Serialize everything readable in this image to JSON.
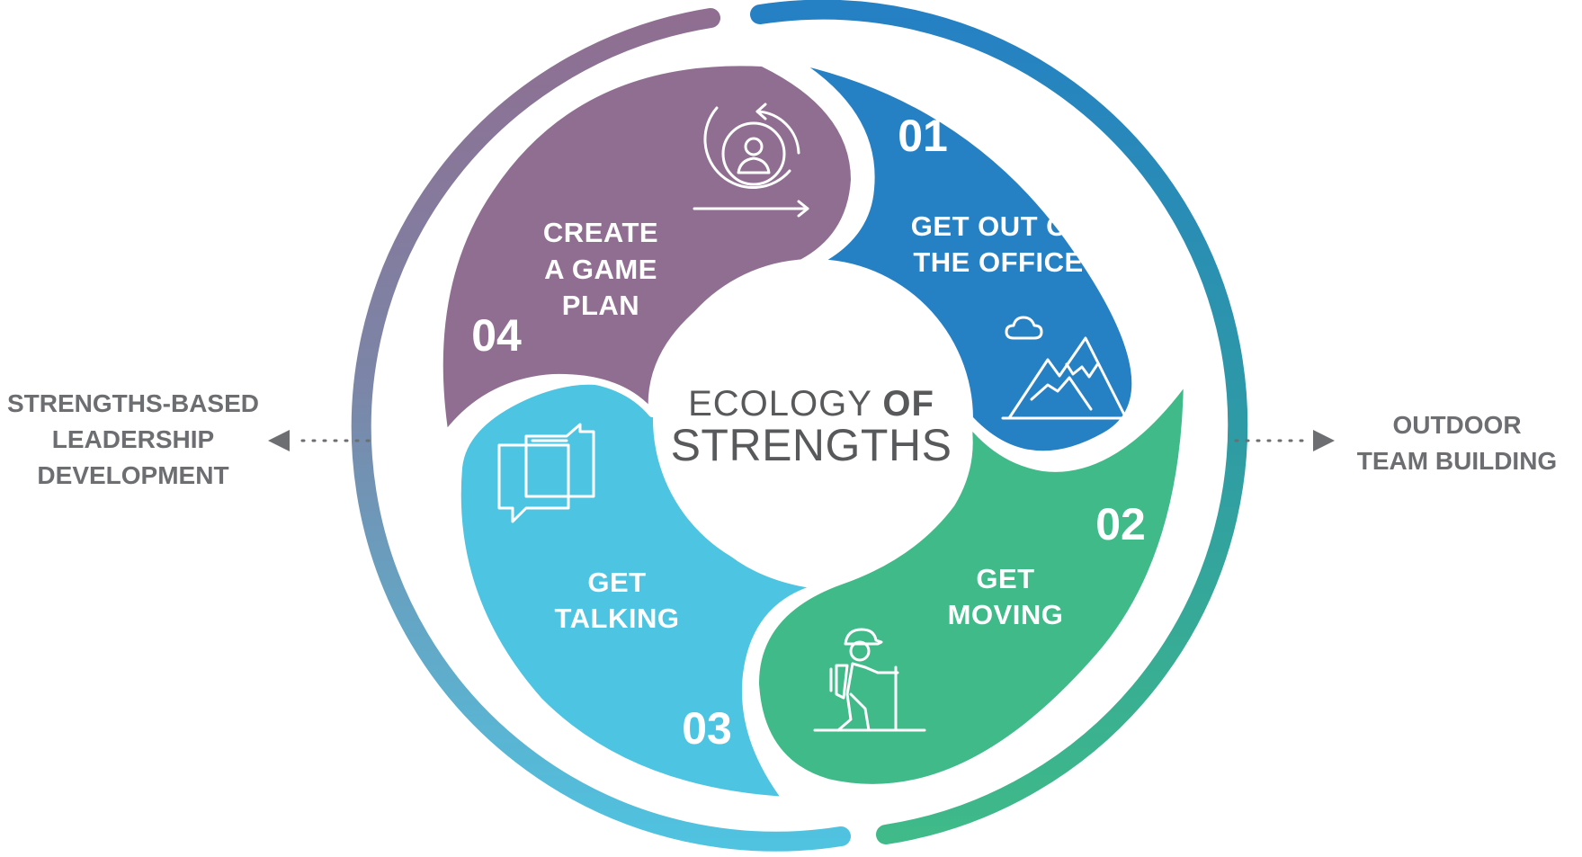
{
  "center": {
    "line1_prefix": "ECOLOGY",
    "line1_strong": "OF",
    "line2": "STRENGTHS"
  },
  "segments": [
    {
      "number": "01",
      "label_lines": [
        "GET OUT OF",
        "THE OFFICE"
      ],
      "color": "#2580c4",
      "icon": "mountain-icon"
    },
    {
      "number": "02",
      "label_lines": [
        "GET",
        "MOVING"
      ],
      "color": "#3fba88",
      "icon": "hiker-icon"
    },
    {
      "number": "03",
      "label_lines": [
        "GET",
        "TALKING"
      ],
      "color": "#4dc4e1",
      "icon": "chat-icon"
    },
    {
      "number": "04",
      "label_lines": [
        "CREATE",
        "A GAME",
        "PLAN"
      ],
      "color": "#906e91",
      "icon": "user-cycle-icon"
    }
  ],
  "left_label": {
    "lines": [
      "STRENGTHS-BASED",
      "LEADERSHIP",
      "DEVELOPMENT"
    ]
  },
  "right_label": {
    "lines": [
      "OUTDOOR",
      "TEAM BUILDING"
    ]
  },
  "colors": {
    "ring_left_top": "#8f6e91",
    "ring_left_bottom": "#4fc3e0",
    "ring_right_top": "#2580c4",
    "ring_right_bottom": "#3fba88",
    "label_gray": "#6d6e71",
    "center_text": "#58595b"
  }
}
